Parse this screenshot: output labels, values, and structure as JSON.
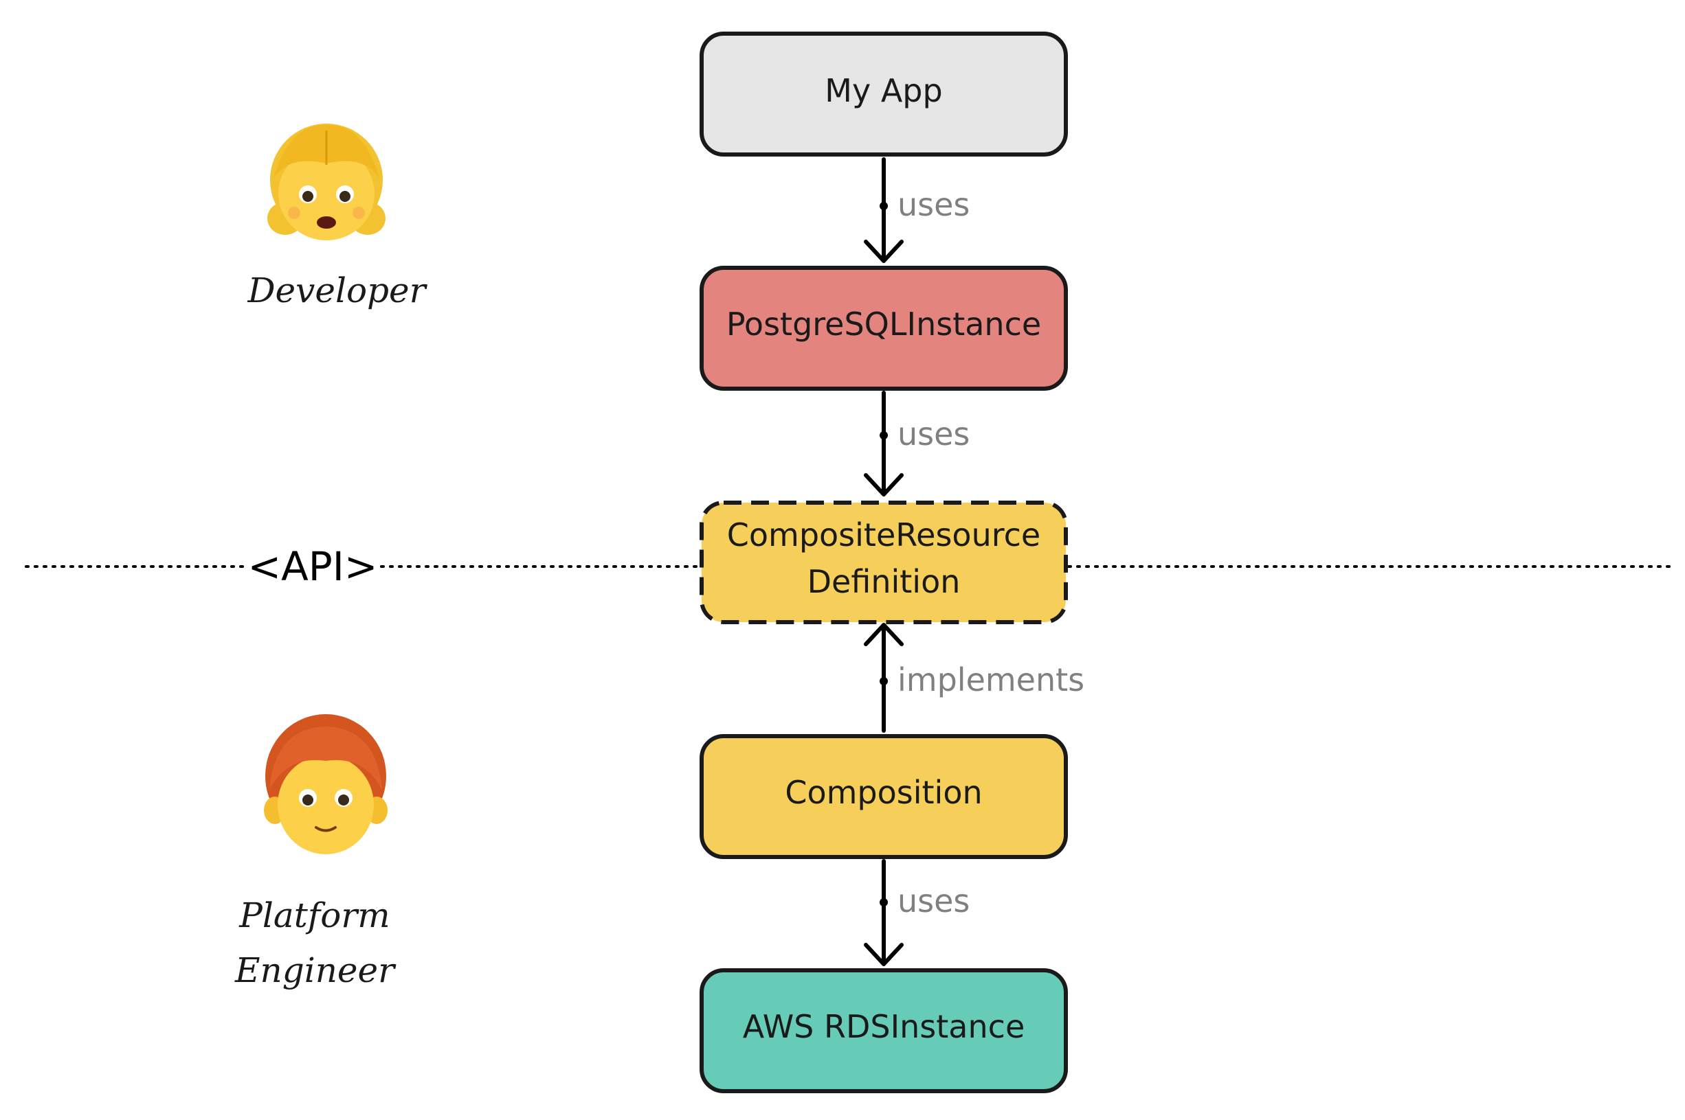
{
  "api_boundary": {
    "label": "<API>"
  },
  "personas": {
    "developer": {
      "label": "Developer",
      "icon": "girl-face-icon"
    },
    "platform_engineer": {
      "label_line1": "Platform",
      "label_line2": "Engineer",
      "icon": "redhead-person-face-icon"
    }
  },
  "nodes": {
    "my_app": {
      "label": "My App",
      "fill": "#e6e6e6"
    },
    "postgres": {
      "label": "PostgreSQLInstance",
      "fill": "#e4847e"
    },
    "xrd": {
      "label_line1": "CompositeResource",
      "label_line2": "Definition",
      "fill": "#f6cf5a"
    },
    "composition": {
      "label": "Composition",
      "fill": "#f6cf5a"
    },
    "rds": {
      "label": "AWS RDSInstance",
      "fill": "#66ccb8"
    }
  },
  "edges": {
    "app_to_postgres": {
      "label": "uses"
    },
    "postgres_to_xrd": {
      "label": "uses"
    },
    "composition_to_xrd": {
      "label": "implements"
    },
    "composition_to_rds": {
      "label": "uses"
    }
  }
}
